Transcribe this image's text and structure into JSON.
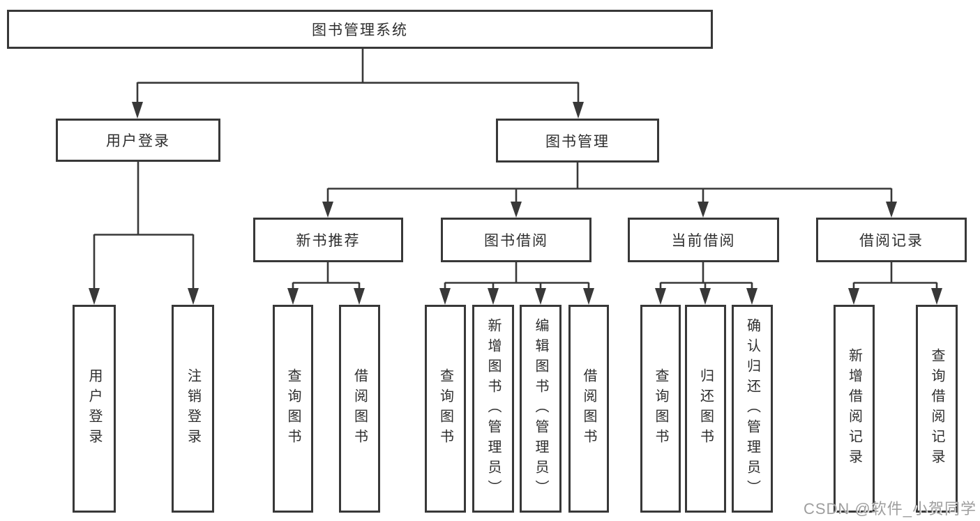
{
  "diagram": {
    "nodes": {
      "root": {
        "label": "图书管理系统"
      },
      "user_login": {
        "label": "用户登录"
      },
      "book_management": {
        "label": "图书管理"
      },
      "new_book_recommend": {
        "label": "新书推荐"
      },
      "book_borrowing": {
        "label": "图书借阅"
      },
      "current_borrowing": {
        "label": "当前借阅"
      },
      "borrowing_records": {
        "label": "借阅记录"
      },
      "leaves": {
        "user_login_leaf": {
          "label": "用户登录"
        },
        "logout": {
          "label": "注销登录"
        },
        "nbr_query_books": {
          "label": "查询图书"
        },
        "nbr_borrow_books": {
          "label": "借阅图书"
        },
        "bb_query_books": {
          "label": "查询图书"
        },
        "bb_add_books": {
          "label": "新增图书（管理员）"
        },
        "bb_edit_books": {
          "label": "编辑图书（管理员）"
        },
        "bb_borrow_books": {
          "label": "借阅图书"
        },
        "cb_query_books": {
          "label": "查询图书"
        },
        "cb_return_books": {
          "label": "归还图书"
        },
        "cb_confirm_return": {
          "label": "确认归还（管理员）"
        },
        "br_add_record": {
          "label": "新增借阅记录"
        },
        "br_query_record": {
          "label": "查询借阅记录"
        }
      }
    }
  },
  "watermark": {
    "text": "CSDN @软件_小贺同学"
  },
  "colors": {
    "line": "#383838",
    "text": "#2e2e2e",
    "watermark": "#9e9e9e",
    "background": "#ffffff"
  }
}
